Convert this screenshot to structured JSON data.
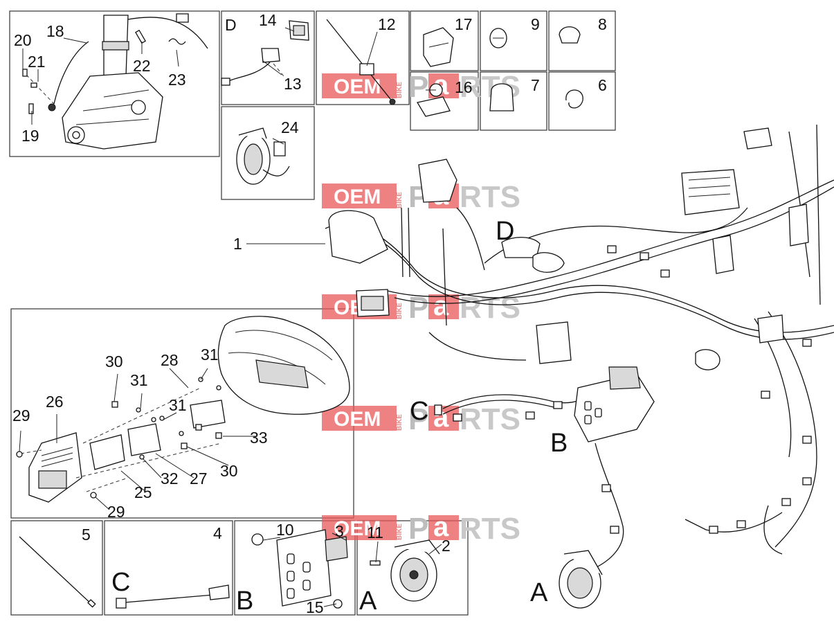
{
  "callouts": {
    "n1": "1",
    "n2": "2",
    "n3": "3",
    "n4": "4",
    "n5": "5",
    "n6": "6",
    "n7": "7",
    "n8": "8",
    "n9": "9",
    "n10": "10",
    "n11": "11",
    "n12": "12",
    "n13": "13",
    "n14": "14",
    "n15": "15",
    "n16": "16",
    "n17": "17",
    "n18": "18",
    "n19": "19",
    "n20": "20",
    "n21": "21",
    "n22": "22",
    "n23": "23",
    "n24": "24",
    "n25": "25",
    "n26": "26",
    "n27": "27",
    "n28": "28",
    "n29": "29",
    "n30": "30",
    "n31": "31",
    "n32": "32",
    "n33": "33"
  },
  "group_letters": {
    "a": "A",
    "b": "B",
    "c": "C",
    "d": "D"
  },
  "watermark": {
    "oem": "OEM",
    "bike": "BIKE",
    "p": "P",
    "a": "a",
    "rts": "RTS",
    "accent_color": "#e8585a"
  }
}
